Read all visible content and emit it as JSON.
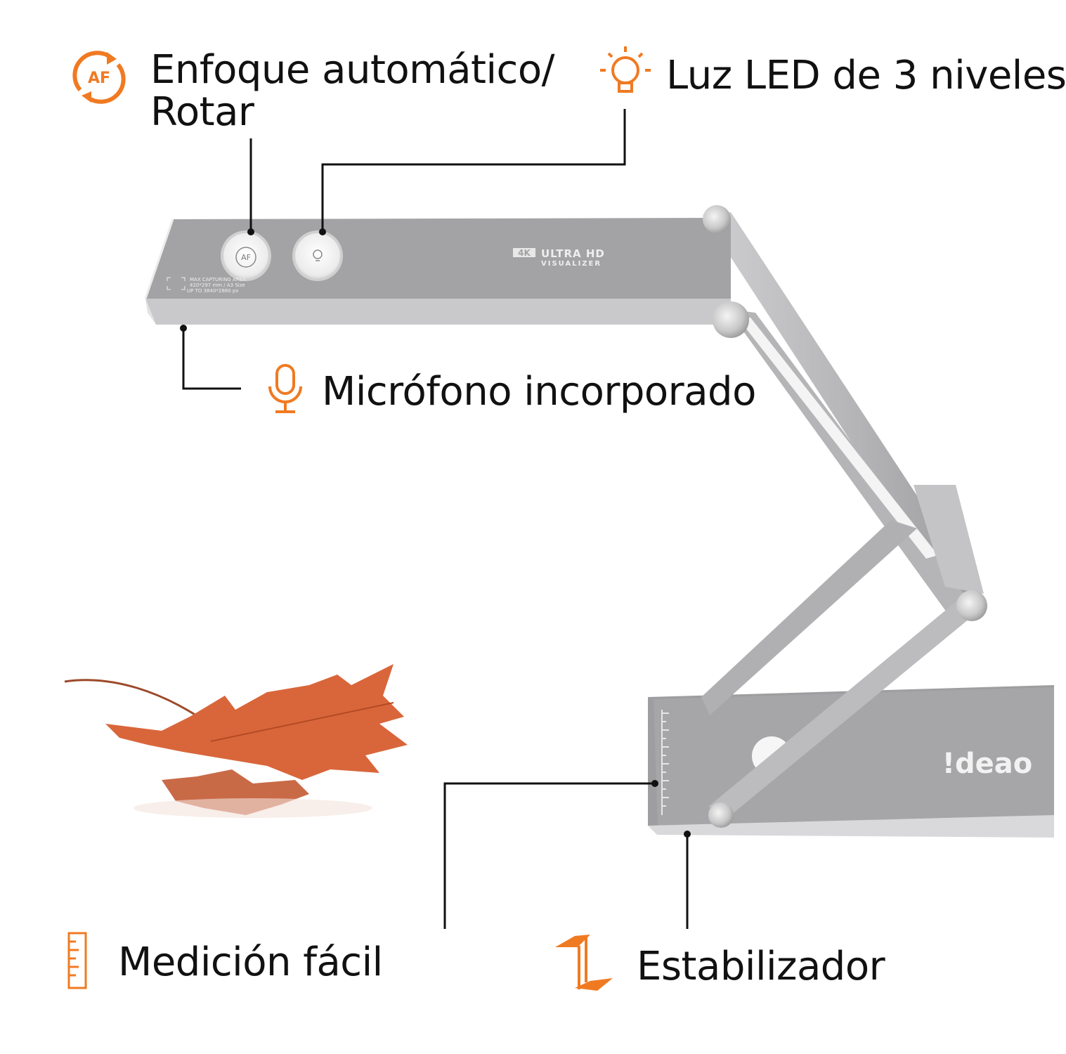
{
  "colors": {
    "accent": "#F07A22",
    "metal": "#A9A9AB",
    "text": "#111111"
  },
  "features": {
    "autofocus": {
      "line1": "Enfoque automático/",
      "line2": "Rotar",
      "icon": "af-rotate-icon",
      "icon_text": "AF"
    },
    "led": {
      "label": "Luz LED de 3 niveles",
      "icon": "lightbulb-icon"
    },
    "microphone": {
      "label": "Micrófono incorporado",
      "icon": "microphone-icon"
    },
    "measure": {
      "label": "Medición fácil",
      "icon": "ruler-icon"
    },
    "stabilizer": {
      "label": "Estabilizador",
      "icon": "stabilizer-icon"
    }
  },
  "device": {
    "head": {
      "af_button_text": "AF",
      "badge_4k": "4K",
      "badge_title": "ULTRA HD",
      "badge_subtitle": "VISUALIZER",
      "capture_line1": "MAX CAPTURING AREA",
      "capture_line2": "420*297 mm / A3 Size",
      "capture_line3": "UP TO 3840*2880 px"
    },
    "base": {
      "brand": "!deao"
    }
  }
}
